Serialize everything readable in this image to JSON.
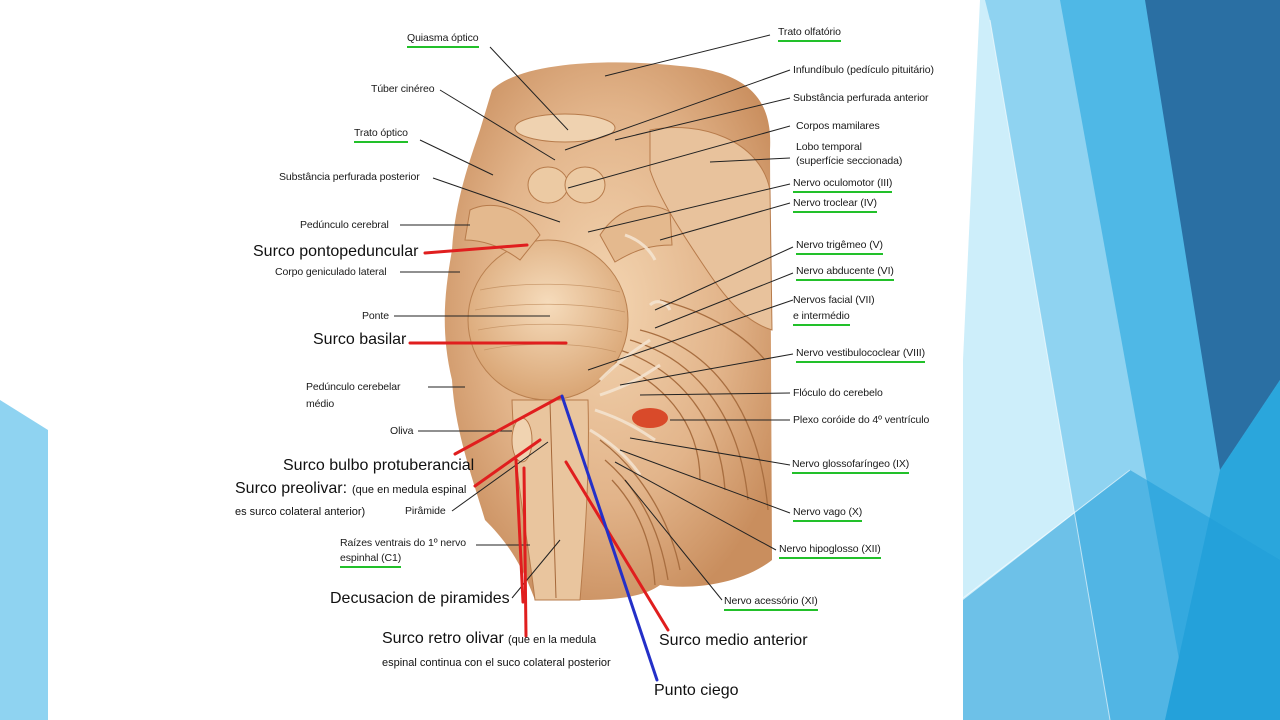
{
  "colors": {
    "accent_green": "#22c02a",
    "line_red": "#e01e1e",
    "line_blue": "#2430c8",
    "deco_dark": "#2a6fa3",
    "deco_mid": "#2aa6dc",
    "deco_light": "#8fd3f1",
    "tissue": "#e2b48a"
  },
  "labels": {
    "quiasma_optico": "Quiasma óptico",
    "tuber_cinereo": "Túber cinéreo",
    "trato_optico": "Trato óptico",
    "subst_perf_post": "Substância perfurada posterior",
    "peduncolo_cerebral": "Pedúnculo cerebral",
    "corpo_geniculado": "Corpo geniculado lateral",
    "ponte": "Ponte",
    "ped_cerebelar_1": "Pedúnculo cerebelar",
    "ped_cerebelar_2": "médio",
    "oliva": "Oliva",
    "piramide": "Pirâmide",
    "raizes_1": "Raízes ventrais do 1º nervo",
    "raizes_2": "espinhal (C1)",
    "trato_olfatorio": "Trato olfatório",
    "infundibulo": "Infundíbulo (pedículo pituitário)",
    "subst_perf_ant": "Substância perfurada anterior",
    "corpos_mamilares": "Corpos mamilares",
    "lobo_temporal_1": "Lobo temporal",
    "lobo_temporal_2": "(superfície seccionada)",
    "nervo_oculomotor": "Nervo oculomotor (III)",
    "nervo_troclear": "Nervo troclear (IV)",
    "nervo_trigemeo": "Nervo trigêmeo (V)",
    "nervo_abducente": "Nervo abducente (VI)",
    "nervos_facial_1": "Nervos facial (VII)",
    "nervos_facial_2": "e intermédio",
    "nervo_vestibulo": "Nervo vestibulococlear (VIII)",
    "floculo": "Flóculo do cerebelo",
    "plexo": "Plexo coróide do 4º ventrículo",
    "nervo_glosso": "Nervo glossofaríngeo (IX)",
    "nervo_vago": "Nervo vago (X)",
    "nervo_hipoglosso": "Nervo hipoglosso (XII)",
    "nervo_acessorio": "Nervo acessório (XI)"
  },
  "annotations": {
    "surco_pontopeduncular": "Surco pontopeduncular",
    "surco_basilar": "Surco basilar",
    "surco_bulbo": "Surco bulbo protuberancial",
    "surco_preolivar": "Surco preolivar:",
    "surco_preolivar_note_1": "(que en medula espinal",
    "surco_preolivar_note_2": "es surco colateral anterior)",
    "decusacion": "Decusacion de piramides",
    "surco_retro": "Surco retro olivar",
    "surco_retro_note_1": "(que en la medula",
    "surco_retro_note_2": "espinal continua con el suco colateral posterior",
    "surco_medio": "Surco medio anterior",
    "punto_ciego": "Punto ciego"
  }
}
